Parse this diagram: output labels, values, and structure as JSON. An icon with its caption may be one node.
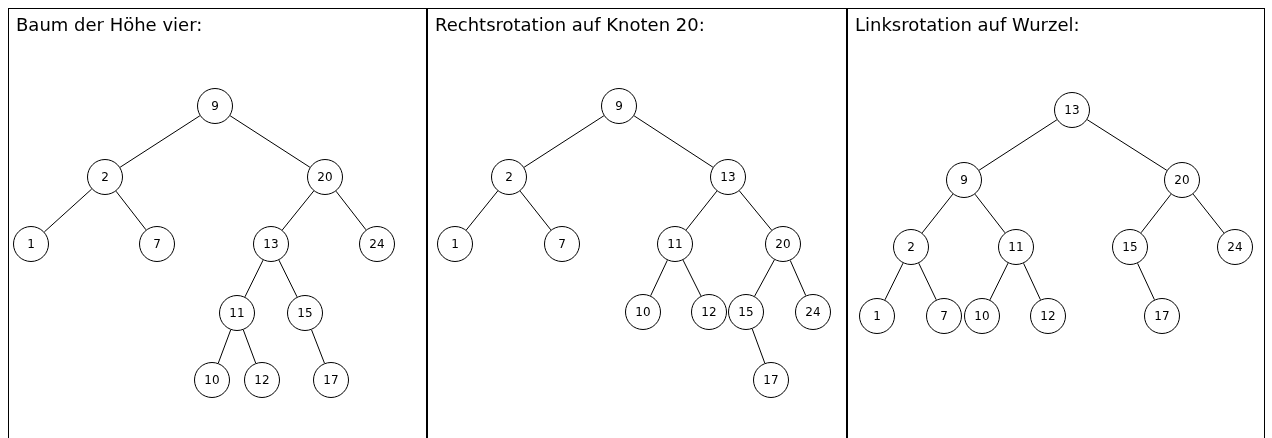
{
  "diagram": {
    "nodes": [
      {
        "text": [
          "Baum der Höhe vier:"
        ]
      },
      {
        "text": [
          "9"
        ],
        "in": 0
      },
      {
        "text": [
          "2"
        ],
        "in": 0
      },
      {
        "text": [
          "20"
        ],
        "in": 0
      },
      {
        "text": [
          "1"
        ],
        "in": 0
      },
      {
        "text": [
          "7"
        ],
        "in": 0
      },
      {
        "text": [
          "13"
        ],
        "in": 0
      },
      {
        "text": [
          "24"
        ],
        "in": 0
      },
      {
        "text": [
          "11"
        ],
        "in": 0
      },
      {
        "text": [
          "15"
        ],
        "in": 0
      },
      {
        "text": [
          "10"
        ],
        "in": 0
      },
      {
        "text": [
          "12"
        ],
        "in": 0
      },
      {
        "text": [
          "17"
        ],
        "in": 0
      },
      {
        "text": [
          "Rechtsrotation auf Knoten 20:"
        ]
      },
      {
        "text": [
          "9"
        ],
        "in": 13
      },
      {
        "text": [
          "2"
        ],
        "in": 13
      },
      {
        "text": [
          "13"
        ],
        "in": 13
      },
      {
        "text": [
          "1"
        ],
        "in": 13
      },
      {
        "text": [
          "7"
        ],
        "in": 13
      },
      {
        "text": [
          "11"
        ],
        "in": 13
      },
      {
        "text": [
          "20"
        ],
        "in": 13
      },
      {
        "text": [
          "10"
        ],
        "in": 13
      },
      {
        "text": [
          "12"
        ],
        "in": 13
      },
      {
        "text": [
          "15"
        ],
        "in": 13
      },
      {
        "text": [
          "24"
        ],
        "in": 13
      },
      {
        "text": [
          "17"
        ],
        "in": 13
      },
      {
        "text": [
          "Linksrotation auf Wurzel:"
        ]
      },
      {
        "text": [
          "13"
        ],
        "in": 26
      },
      {
        "text": [
          "9"
        ],
        "in": 26
      },
      {
        "text": [
          "20"
        ],
        "in": 26
      },
      {
        "text": [
          "2"
        ],
        "in": 26
      },
      {
        "text": [
          "11"
        ],
        "in": 26
      },
      {
        "text": [
          "15"
        ],
        "in": 26
      },
      {
        "text": [
          "24"
        ],
        "in": 26
      },
      {
        "text": [
          "1"
        ],
        "in": 26
      },
      {
        "text": [
          "7"
        ],
        "in": 26
      },
      {
        "text": [
          "10"
        ],
        "in": 26
      },
      {
        "text": [
          "12"
        ],
        "in": 26
      },
      {
        "text": [
          "17"
        ],
        "in": 26
      }
    ],
    "edges": [
      {
        "from": 1,
        "to": 2,
        "arrow": "none"
      },
      {
        "from": 1,
        "to": 3,
        "arrow": "none"
      },
      {
        "from": 2,
        "to": 4,
        "arrow": "none"
      },
      {
        "from": 2,
        "to": 5,
        "arrow": "none"
      },
      {
        "from": 3,
        "to": 6,
        "arrow": "none"
      },
      {
        "from": 3,
        "to": 7,
        "arrow": "none"
      },
      {
        "from": 6,
        "to": 8,
        "arrow": "none"
      },
      {
        "from": 6,
        "to": 9,
        "arrow": "none"
      },
      {
        "from": 8,
        "to": 10,
        "arrow": "none"
      },
      {
        "from": 8,
        "to": 11,
        "arrow": "none"
      },
      {
        "from": 9,
        "to": 12,
        "arrow": "none"
      },
      {
        "from": 14,
        "to": 15,
        "arrow": "none"
      },
      {
        "from": 14,
        "to": 16,
        "arrow": "none"
      },
      {
        "from": 15,
        "to": 17,
        "arrow": "none"
      },
      {
        "from": 15,
        "to": 18,
        "arrow": "none"
      },
      {
        "from": 16,
        "to": 19,
        "arrow": "none"
      },
      {
        "from": 16,
        "to": 20,
        "arrow": "none"
      },
      {
        "from": 19,
        "to": 21,
        "arrow": "none"
      },
      {
        "from": 19,
        "to": 22,
        "arrow": "none"
      },
      {
        "from": 20,
        "to": 23,
        "arrow": "none"
      },
      {
        "from": 20,
        "to": 24,
        "arrow": "none"
      },
      {
        "from": 23,
        "to": 25,
        "arrow": "none"
      },
      {
        "from": 27,
        "to": 28,
        "arrow": "none"
      },
      {
        "from": 27,
        "to": 29,
        "arrow": "none"
      },
      {
        "from": 28,
        "to": 30,
        "arrow": "none"
      },
      {
        "from": 28,
        "to": 31,
        "arrow": "none"
      },
      {
        "from": 29,
        "to": 32,
        "arrow": "none"
      },
      {
        "from": 29,
        "to": 33,
        "arrow": "none"
      },
      {
        "from": 30,
        "to": 34,
        "arrow": "none"
      },
      {
        "from": 30,
        "to": 35,
        "arrow": "none"
      },
      {
        "from": 31,
        "to": 36,
        "arrow": "none"
      },
      {
        "from": 31,
        "to": 37,
        "arrow": "none"
      },
      {
        "from": 32,
        "to": 38,
        "arrow": "none"
      }
    ]
  }
}
